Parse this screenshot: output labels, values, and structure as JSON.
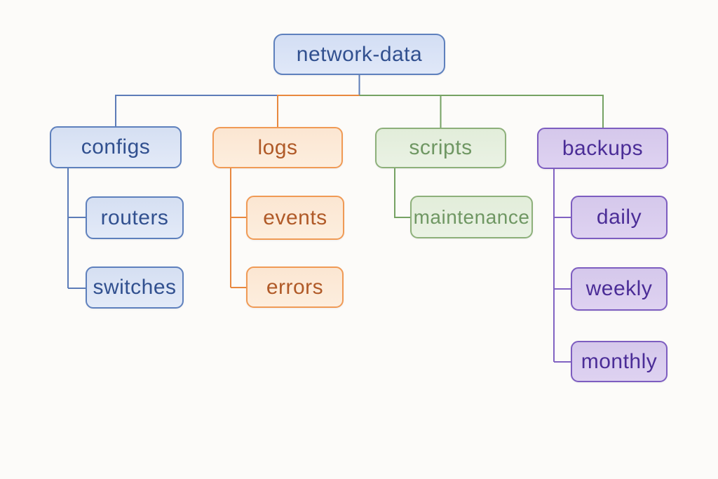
{
  "palette": {
    "background": "#fcfbf9",
    "blue": {
      "fill": "#dde6f5",
      "border": "#5e80bd",
      "text": "#31508f",
      "line": "#5c7cb8"
    },
    "orange": {
      "fill": "#fce9d8",
      "border": "#f09a55",
      "text": "#b05a28",
      "line": "#e8883f"
    },
    "green": {
      "fill": "#e6efdf",
      "border": "#8db07a",
      "text": "#6f9763",
      "line": "#75a263"
    },
    "purple": {
      "fill": "#d9ccee",
      "border": "#7d5dc0",
      "text": "#4b2d97",
      "line": "#8162c2"
    }
  },
  "tree": {
    "root": {
      "label": "network-data",
      "color": "blue"
    },
    "branches": [
      {
        "label": "configs",
        "color": "blue",
        "children": [
          {
            "label": "routers"
          },
          {
            "label": "switches"
          }
        ]
      },
      {
        "label": "logs",
        "color": "orange",
        "children": [
          {
            "label": "events"
          },
          {
            "label": "errors"
          }
        ]
      },
      {
        "label": "scripts",
        "color": "green",
        "children": [
          {
            "label": "maintenance"
          }
        ]
      },
      {
        "label": "backups",
        "color": "purple",
        "children": [
          {
            "label": "daily"
          },
          {
            "label": "weekly"
          },
          {
            "label": "monthly"
          }
        ]
      }
    ]
  }
}
